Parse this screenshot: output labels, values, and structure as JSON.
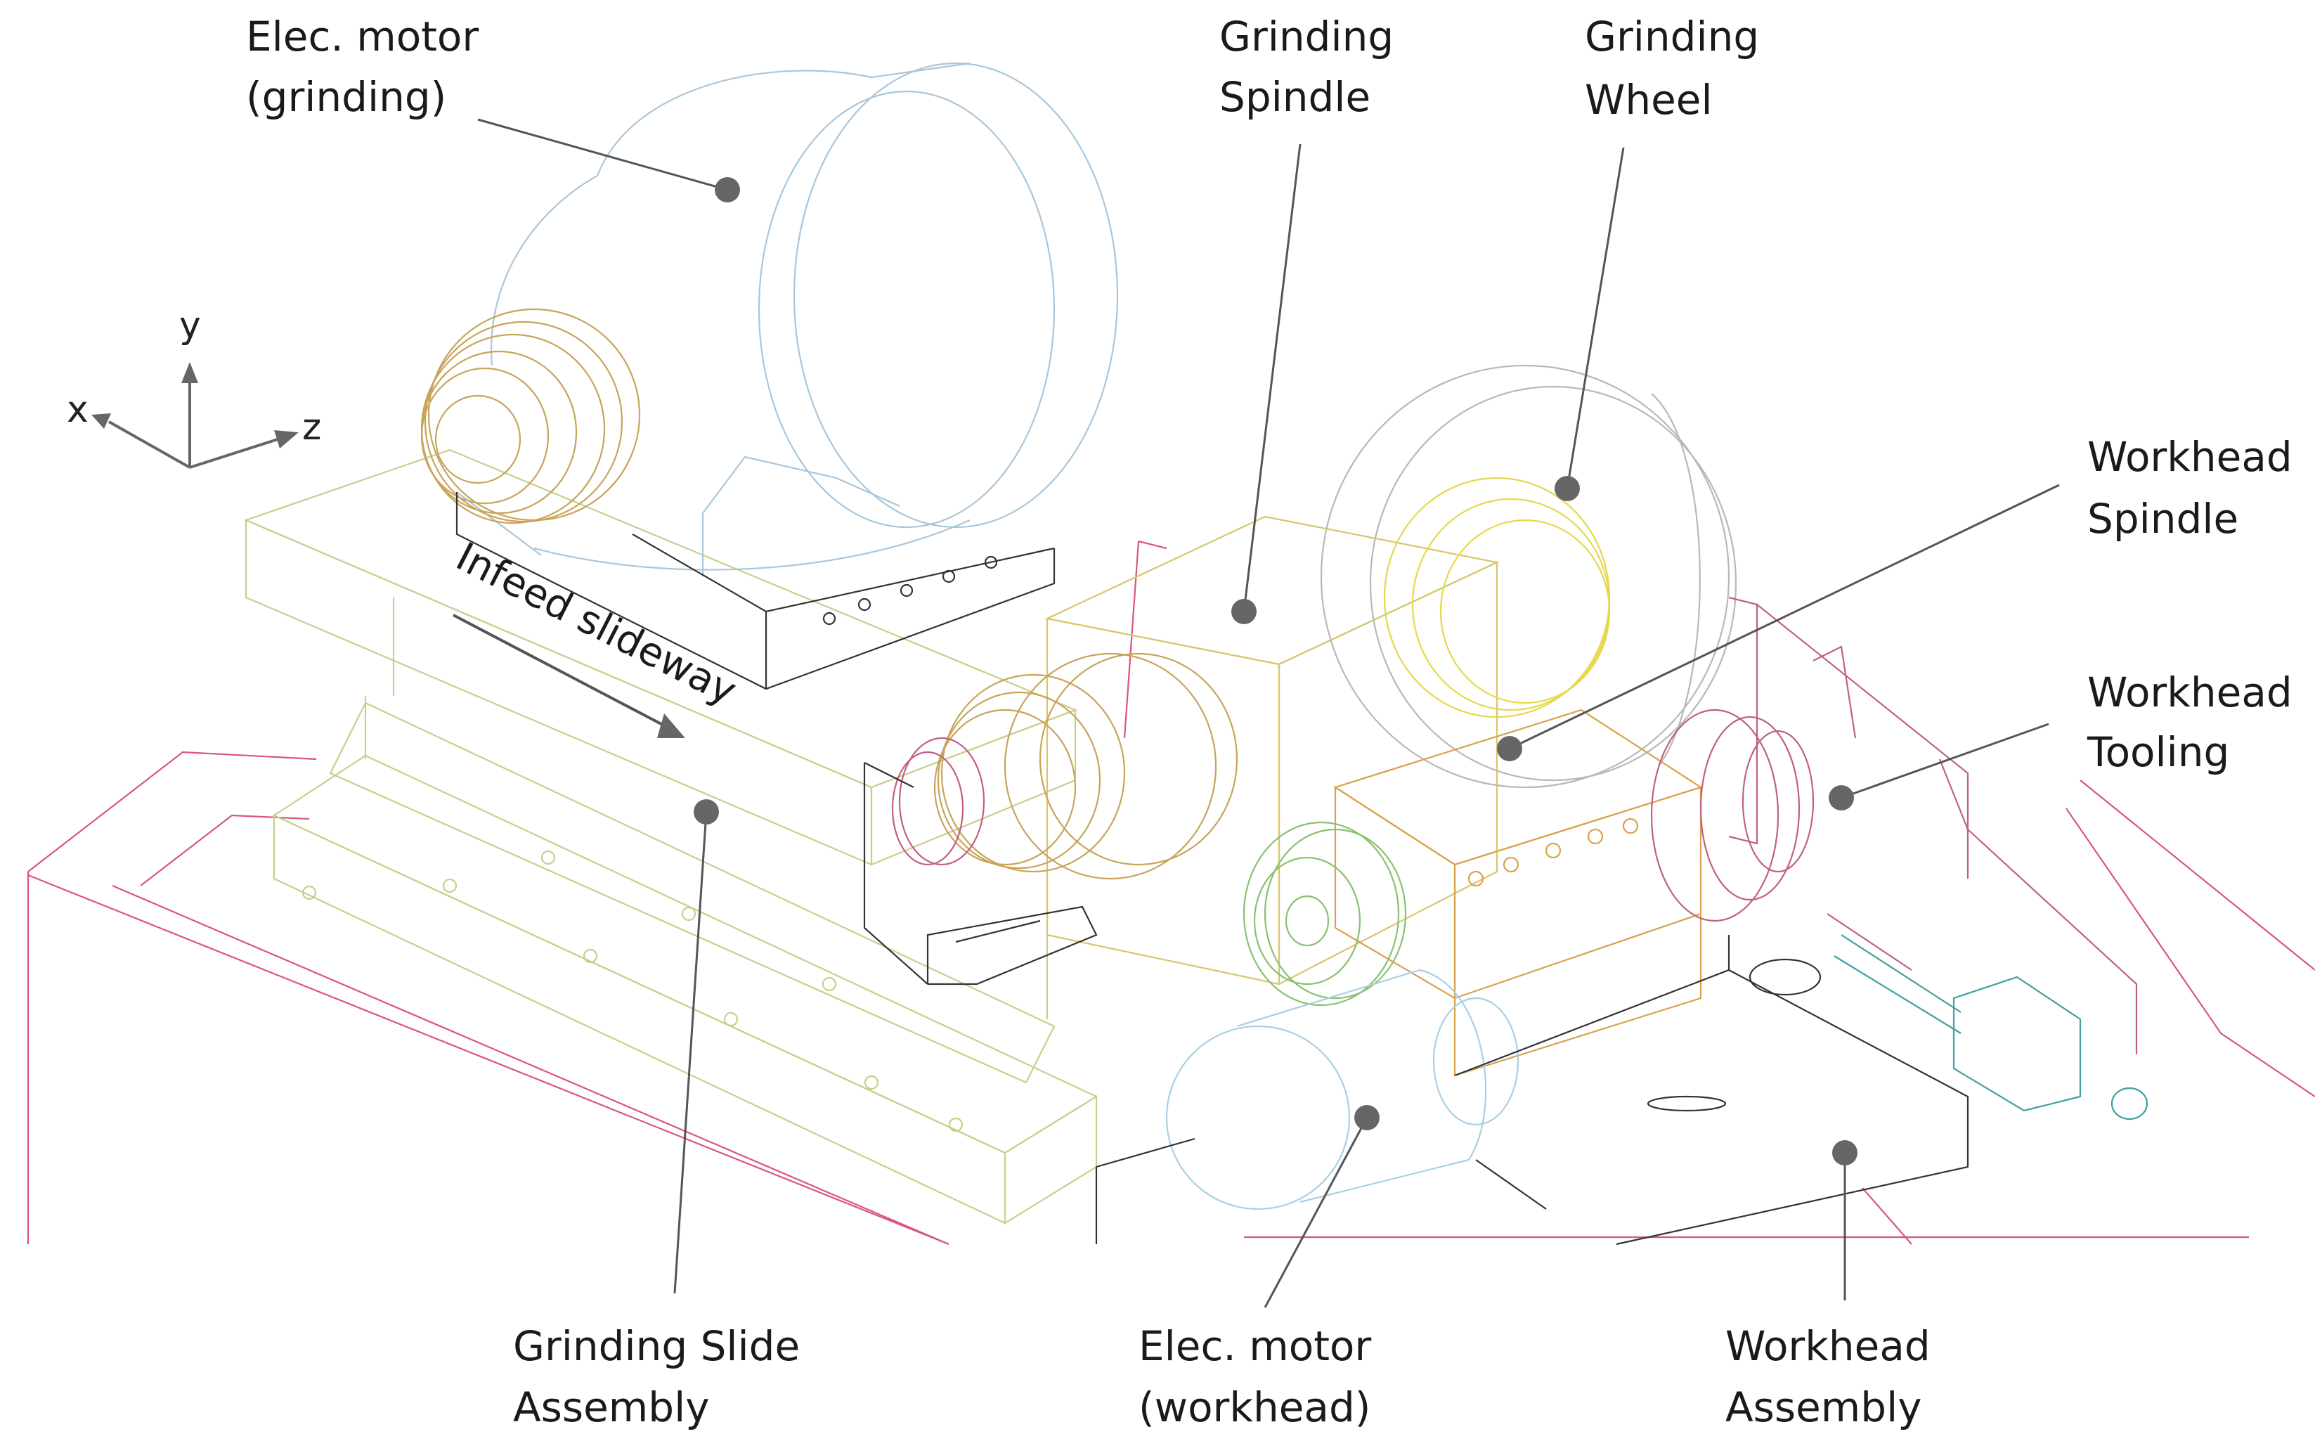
{
  "colors": {
    "motor": "#a9c6dc",
    "flange": "#c8a45a",
    "slide": "#c9cf8a",
    "spindle": "#d8c66a",
    "wheel": "#b8b8b8",
    "wheel_inner": "#e6d84a",
    "frame": "#d9567a",
    "workhead": "#d8a24a",
    "whmotor": "#a8d0e4",
    "green": "#8ac070",
    "dark": "#333333",
    "tooling": "#c06080",
    "teal": "#40a0a0",
    "label": "#1a1a1a",
    "leader": "#555555",
    "dot": "#666666"
  },
  "axes": {
    "x": "x",
    "y": "y",
    "z": "z"
  },
  "infeed_label": "Infeed slideway",
  "labels": {
    "elec_motor_grinding": [
      "Elec. motor",
      "(grinding)"
    ],
    "grinding_spindle": [
      "Grinding",
      "Spindle"
    ],
    "grinding_wheel": [
      "Grinding",
      "Wheel"
    ],
    "workhead_spindle": [
      "Workhead",
      "Spindle"
    ],
    "workhead_tooling": [
      "Workhead",
      "Tooling"
    ],
    "grinding_slide_assembly": [
      "Grinding Slide",
      "Assembly"
    ],
    "elec_motor_workhead": [
      "Elec. motor",
      "(workhead)"
    ],
    "workhead_assembly": [
      "Workhead",
      "Assembly"
    ]
  }
}
